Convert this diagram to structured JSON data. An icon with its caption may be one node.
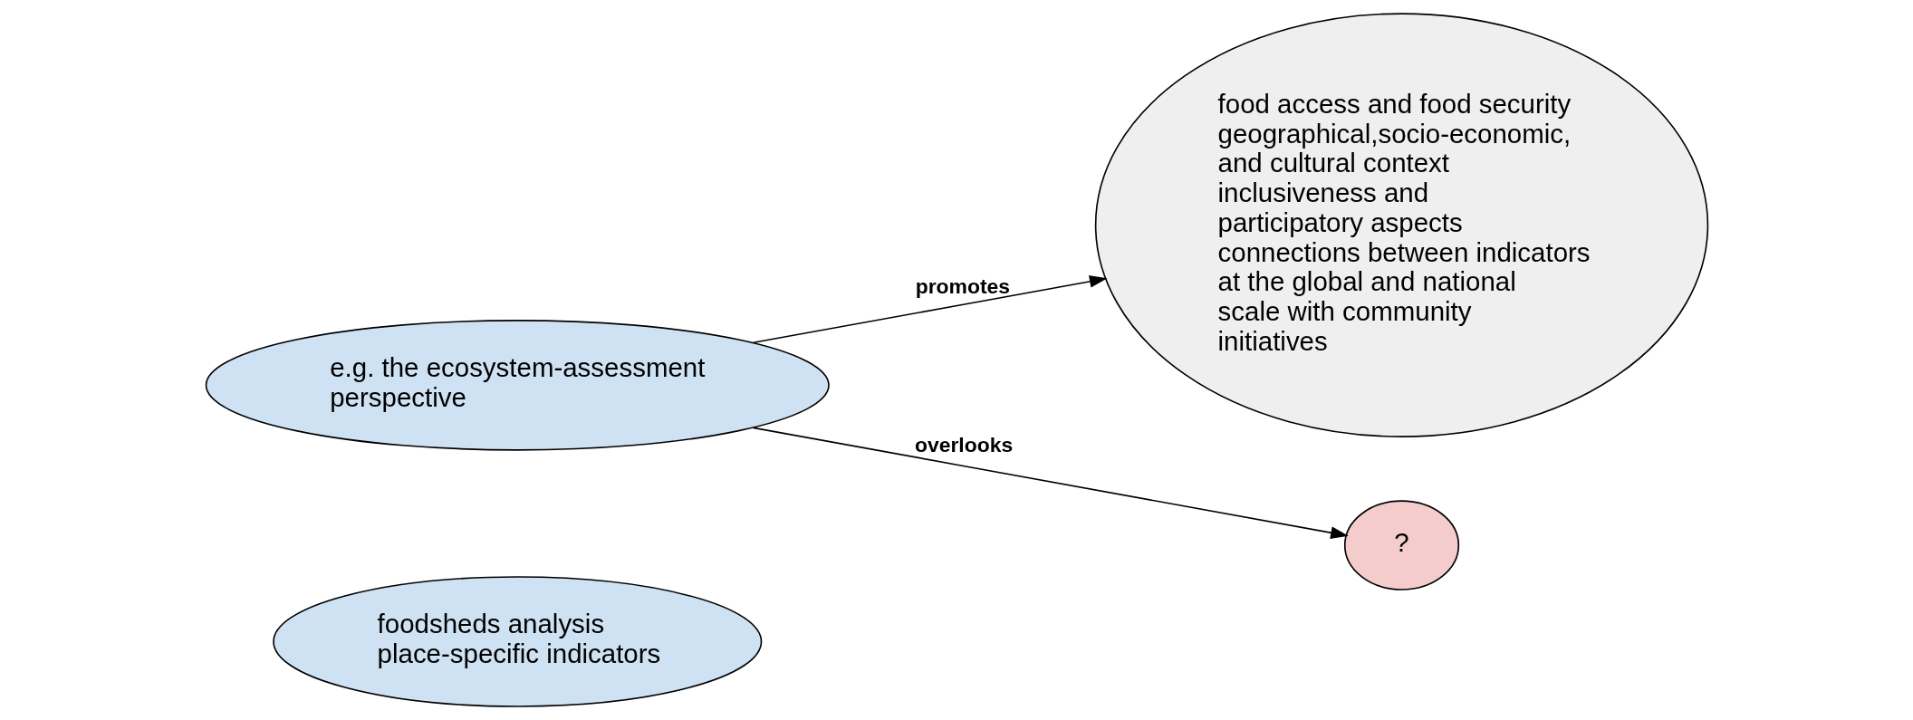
{
  "diagram": {
    "nodes": [
      {
        "text": [
          "e.g. the ecosystem-assessment perspective"
        ]
      },
      {
        "text": [
          "food access and food security",
          "geographical,socio-economic, and cultural context",
          "inclusiveness and participatory aspects",
          "connections between indicators at the global and national scale with community initiatives"
        ]
      },
      {
        "text": [
          "foodsheds analysis",
          "place-specific indicators"
        ]
      },
      {
        "text": [
          "?"
        ]
      }
    ],
    "edges": [
      {
        "from": 0,
        "to": 1,
        "arrow": "to",
        "label": "promotes"
      },
      {
        "from": 0,
        "to": 3,
        "arrow": "to",
        "label": "overlooks"
      }
    ]
  }
}
